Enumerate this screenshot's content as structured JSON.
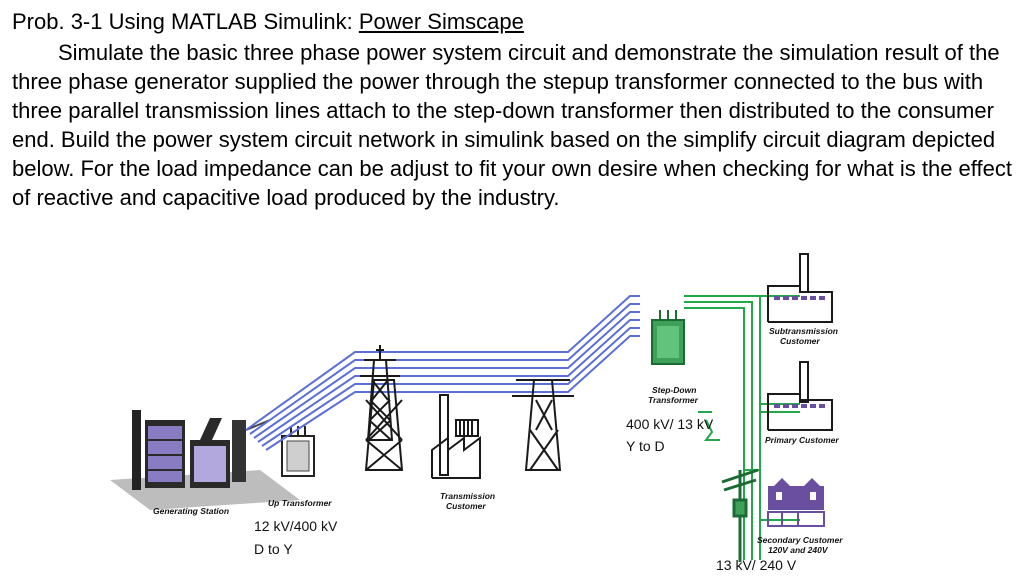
{
  "problem": {
    "prefix": "Prob. 3-1 Using MATLAB Simulink: ",
    "topic": "Power Simscape",
    "body": "Simulate the basic three phase power system circuit and demonstrate the simulation result of the three phase generator supplied the power through the stepup transformer connected to the bus with three parallel transmission lines attach to the step-down transformer then distributed to the consumer end. Build the power system circuit network in simulink based on the simplify circuit diagram depicted below. For the load impedance can be adjust to fit your own desire when checking for what is the effect of  reactive and capacitive load produced by the industry."
  },
  "diagram": {
    "labels": {
      "generating_station": "Generating Station",
      "up_transformer": "Up Transformer",
      "up_ratio": "12 kV/400 kV",
      "up_connection": "D to Y",
      "transmission_customer_1": "Transmission",
      "transmission_customer_2": "Customer",
      "step_down_1": "Step-Down",
      "step_down_2": "Transformer",
      "step_down_ratio": "400 kV/ 13 kV",
      "step_down_connection": "Y to D",
      "subtransmission_1": "Subtransmission",
      "subtransmission_2": "Customer",
      "primary_customer": "Primary  Customer",
      "secondary_1": "Secondary Customer",
      "secondary_2": "120V and 240V",
      "distribution_ratio": "13 kV/ 240 V"
    },
    "colors": {
      "transmission": "#5b6fd6",
      "distribution": "#22a84a",
      "tower": "#1a1a1a",
      "house": "#6a4fa0"
    }
  }
}
